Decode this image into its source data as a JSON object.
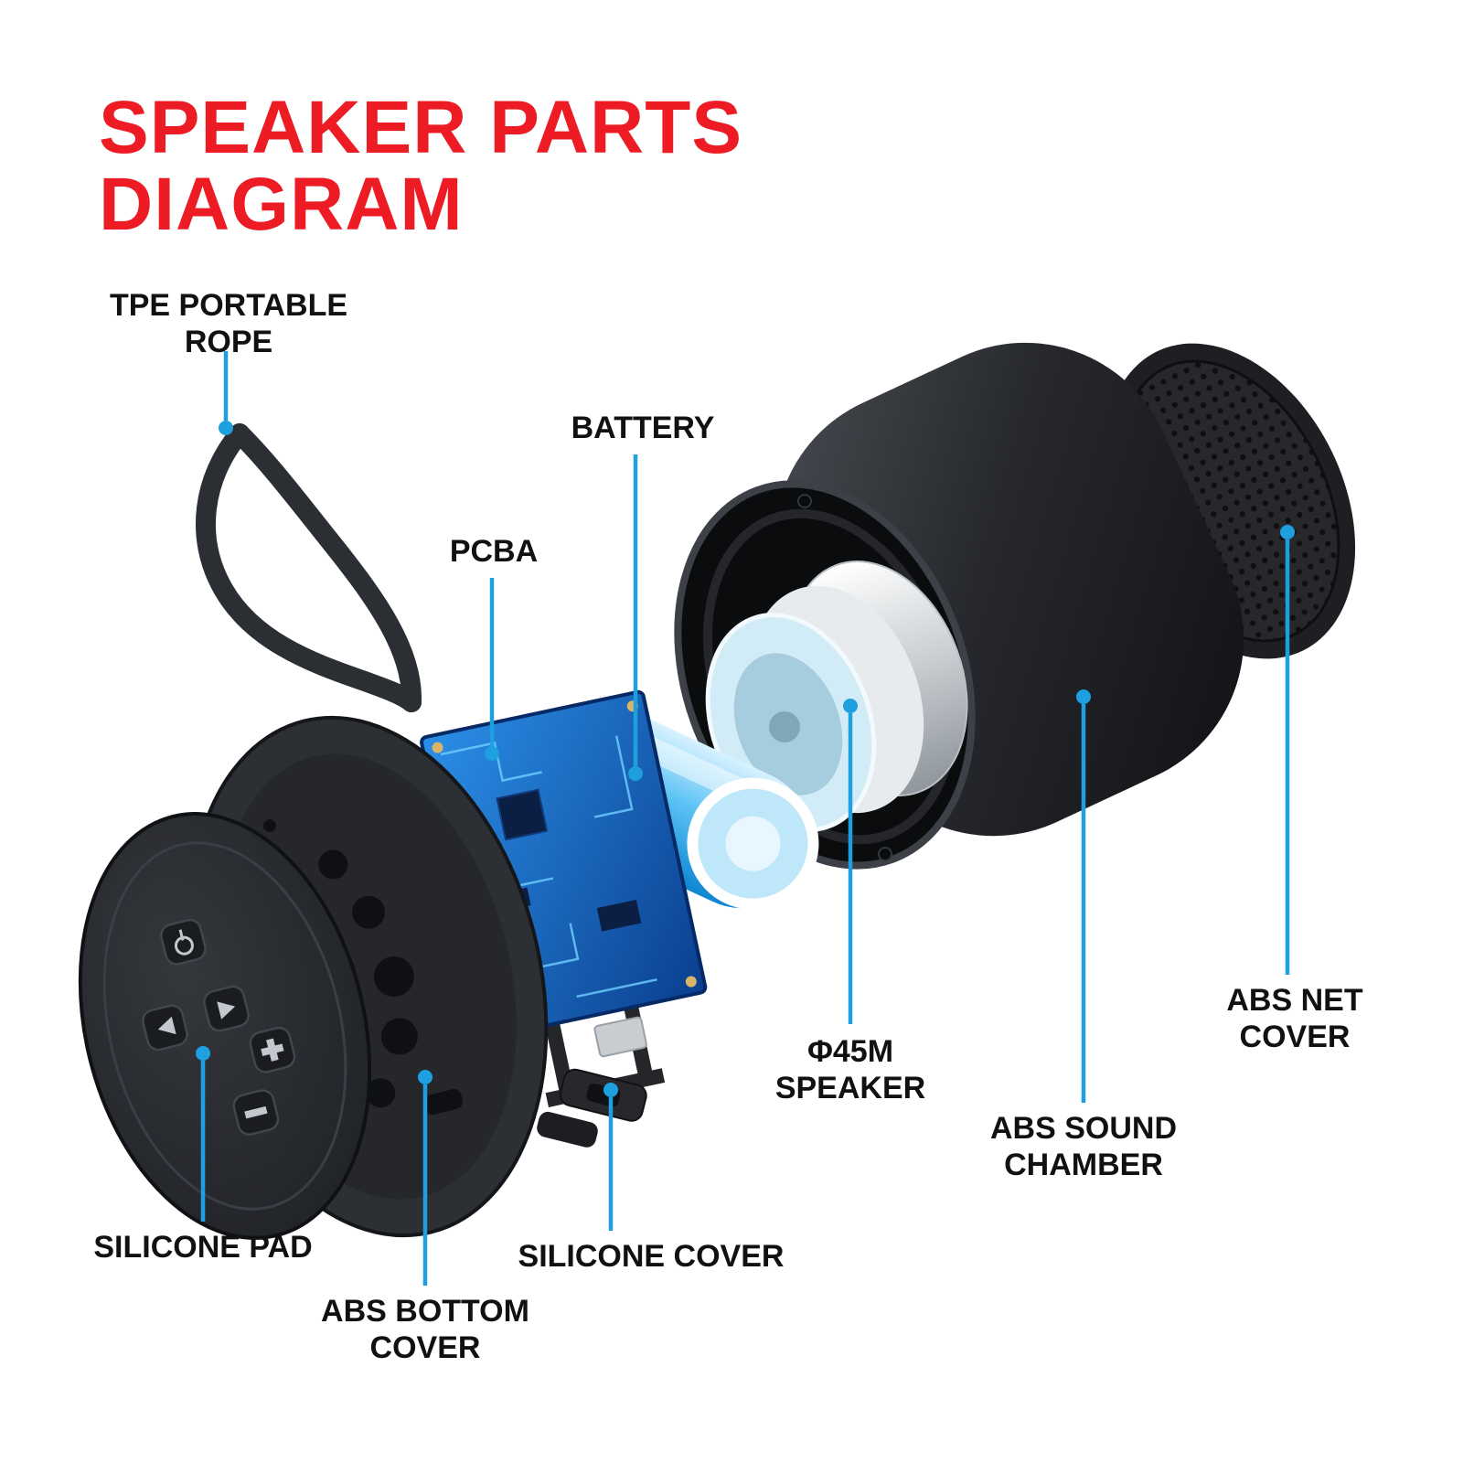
{
  "title": {
    "line1": "SPEAKER PARTS",
    "line2": "DIAGRAM"
  },
  "colors": {
    "title": "#ed1c24",
    "label": "#111111",
    "leader": "#1e9fe0"
  },
  "labels": {
    "tpe_rope": {
      "line1": "TPE PORTABLE",
      "line2": "ROPE"
    },
    "battery": {
      "line1": "BATTERY"
    },
    "pcba": {
      "line1": "PCBA"
    },
    "abs_net_cover": {
      "line1": "ABS NET",
      "line2": "COVER"
    },
    "speaker_45m": {
      "line1": "Φ45M",
      "line2": "SPEAKER"
    },
    "abs_sound_chamber": {
      "line1": "ABS SOUND",
      "line2": "CHAMBER"
    },
    "silicone_pad": {
      "line1": "SILICONE PAD"
    },
    "abs_bottom_cover": {
      "line1": "ABS BOTTOM",
      "line2": "COVER"
    },
    "silicone_cover": {
      "line1": "SILICONE COVER"
    }
  }
}
